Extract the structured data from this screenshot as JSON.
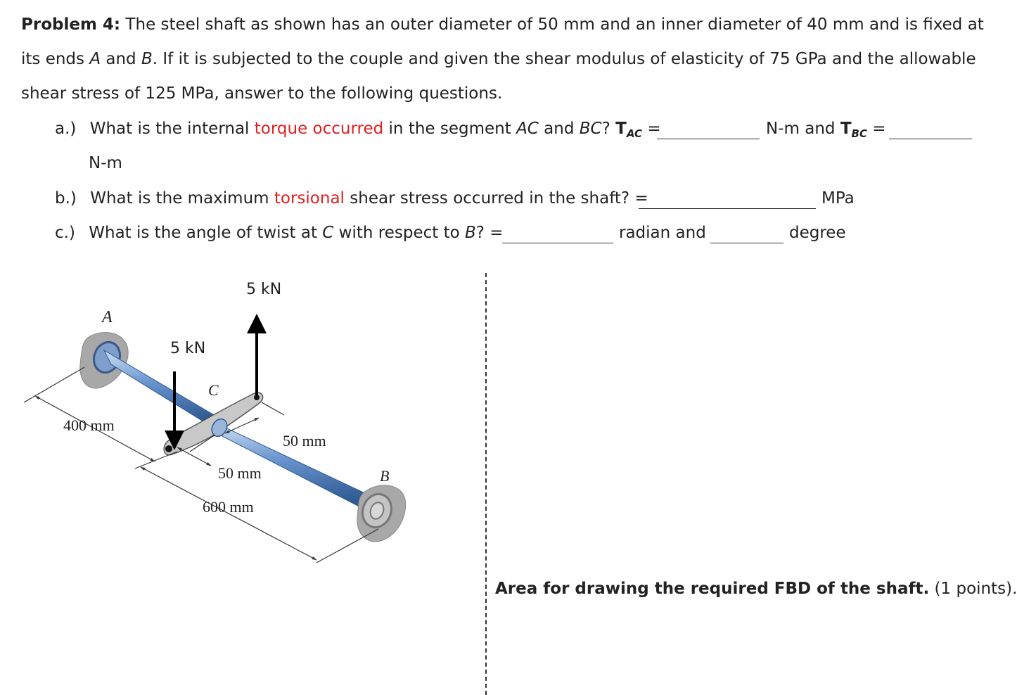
{
  "problem": {
    "label": "Problem 4:",
    "line1": " The steel shaft as shown has an outer diameter of 50 mm and an inner diameter of 40 mm and is fixed at",
    "line2_pre": "its ends ",
    "A": "A",
    "and": " and ",
    "B": "B",
    "line2_post": ". If it is subjected to the couple and given the shear modulus of elasticity of 75 GPa and the allowable",
    "line3": "shear stress of 125 MPa, answer to the following questions."
  },
  "qa": {
    "marker": "a.)",
    "pre": "What is the internal ",
    "red": "torque occurred",
    "mid": " in the segment ",
    "AC": "AC",
    "and": " and ",
    "BC": "BC",
    "q": "?",
    "T1": "T",
    "sub1": "AC",
    "eq1": " =",
    "unit1": "N-m and ",
    "T2": "T",
    "sub2": "BC",
    "eq2": " =",
    "unit2": "N-m"
  },
  "qb": {
    "marker": "b.)",
    "pre": "What is the maximum ",
    "red": "torsional",
    "post": " shear stress occurred in the shaft? =",
    "unit": "MPa"
  },
  "qc": {
    "marker": "c.)",
    "pre": "What is the angle of twist at ",
    "C": "C",
    "mid": " with respect to ",
    "B": "B",
    "post": "? =",
    "unit1": "radian and",
    "unit2": "degree"
  },
  "figure": {
    "force_top": "5 kN",
    "force_left": "5 kN",
    "label_A": "A",
    "label_B": "B",
    "label_C": "C",
    "dim_400": "400 mm",
    "dim_50a": "50 mm",
    "dim_50b": "50 mm",
    "dim_600": "600 mm"
  },
  "fbd": {
    "bold": "Area for drawing the required FBD of the shaft.",
    "normal": " (1 points)."
  },
  "colors": {
    "accent_red": "#e02020",
    "shaft": "#5b88c4",
    "support": "#a8a8a8"
  }
}
